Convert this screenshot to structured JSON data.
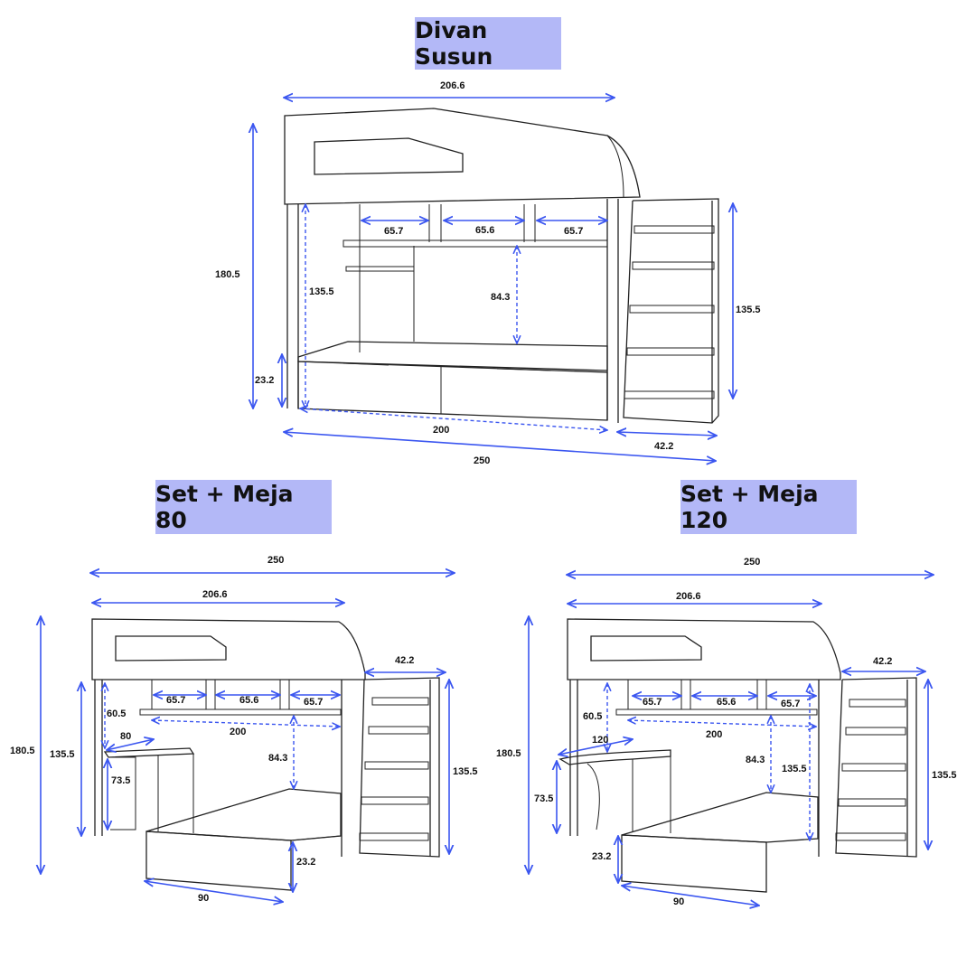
{
  "titles": {
    "top": "Divan Susun",
    "bottom_left": "Set + Meja 80",
    "bottom_right": "Set + Meja 120"
  },
  "colors": {
    "title_bg": "#b3b8f7",
    "arrow": "#3b56f0",
    "line": "#222222"
  },
  "top_view": {
    "overall_width": "206.6",
    "overall_height": "180.5",
    "inner_height": "135.5",
    "shelf_1": "65.7",
    "shelf_2": "65.6",
    "shelf_3": "65.7",
    "opening_height": "84.3",
    "base_height": "23.2",
    "bed_length": "200",
    "stair_height": "135.5",
    "stair_depth": "42.2",
    "total_length": "250"
  },
  "left_view": {
    "total_length": "250",
    "overall_width": "206.6",
    "overall_height": "180.5",
    "inner_height": "135.5",
    "desk_offset": "60.5",
    "desk_width": "80",
    "desk_height": "73.5",
    "shelf_1": "65.7",
    "shelf_2": "65.6",
    "shelf_3": "65.7",
    "bed_length": "200",
    "opening_height": "84.3",
    "stair_depth": "42.2",
    "stair_height": "135.5",
    "base_height": "23.2",
    "bed_width": "90"
  },
  "right_view": {
    "total_length": "250",
    "overall_width": "206.6",
    "overall_height": "180.5",
    "desk_offset": "60.5",
    "desk_width": "120",
    "desk_height": "73.5",
    "shelf_1": "65.7",
    "shelf_2": "65.6",
    "shelf_3": "65.7",
    "bed_length": "200",
    "opening_height": "84.3",
    "inner_height": "135.5",
    "stair_depth": "42.2",
    "stair_height": "135.5",
    "base_height": "23.2",
    "bed_width": "90"
  }
}
